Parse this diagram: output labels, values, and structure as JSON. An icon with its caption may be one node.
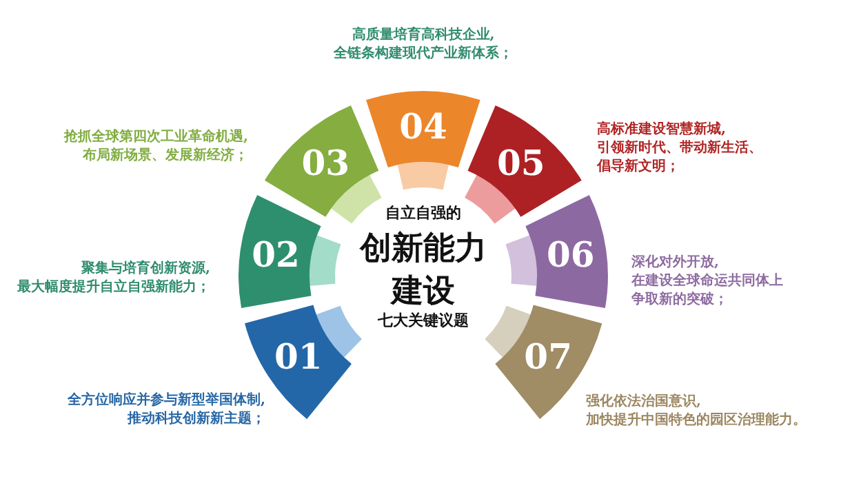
{
  "diagram": {
    "nodes": [
      {
        "text": [
          "自立自强的",
          "创新能力建设",
          "七大关键议题"
        ]
      },
      {
        "text": [
          "01"
        ],
        "beside": [
          "全方位响应并参与新型举国体制, 推动科技创新新主题；"
        ]
      },
      {
        "text": [
          "02"
        ],
        "beside": [
          "聚集与培育创新资源, 最大幅度提升自立自强新能力；"
        ]
      },
      {
        "text": [
          "03"
        ],
        "beside": [
          "抢抓全球第四次工业革命机遇, 布局新场景、发展新经济；"
        ]
      },
      {
        "text": [
          "04"
        ],
        "beside": [
          "高质量培育高科技企业, 全链条构建现代产业新体系；"
        ]
      },
      {
        "text": [
          "05"
        ],
        "beside": [
          "高标准建设智慧新城, 引领新时代、带动新生活、倡导新文明；"
        ]
      },
      {
        "text": [
          "06"
        ],
        "beside": [
          "深化对外开放, 在建设全球命运共同体上争取新的突破；"
        ]
      },
      {
        "text": [
          "07"
        ],
        "beside": [
          "强化依法治国意识, 加快提升中国特色的园区治理能力。"
        ]
      }
    ]
  }
}
